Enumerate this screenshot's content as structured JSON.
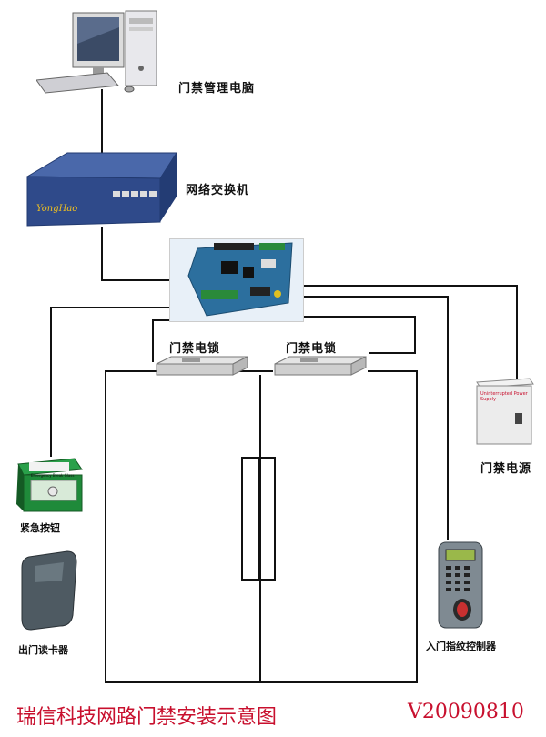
{
  "labels": {
    "computer": "门禁管理电脑",
    "switch": "网络交换机",
    "lock_left": "门禁电锁",
    "lock_right": "门禁电锁",
    "power": "门禁电源",
    "emergency": "紧急按钮",
    "exit_reader": "出门读卡器",
    "fingerprint": "入门指纹控制器"
  },
  "device_text": {
    "switch_brand": "YongHao",
    "power_panel": "Uninterrupted Power Supply",
    "emergency_panel": "Emergency Break Glass"
  },
  "footer": {
    "title": "瑞信科技网路门禁安装示意图",
    "version": "V20090810"
  },
  "colors": {
    "wire": "#111111",
    "footer": "#c8102e",
    "switch_body": "#2f4a8a",
    "emergency_body": "#1f8a3a",
    "board": "#2c6f9e"
  }
}
